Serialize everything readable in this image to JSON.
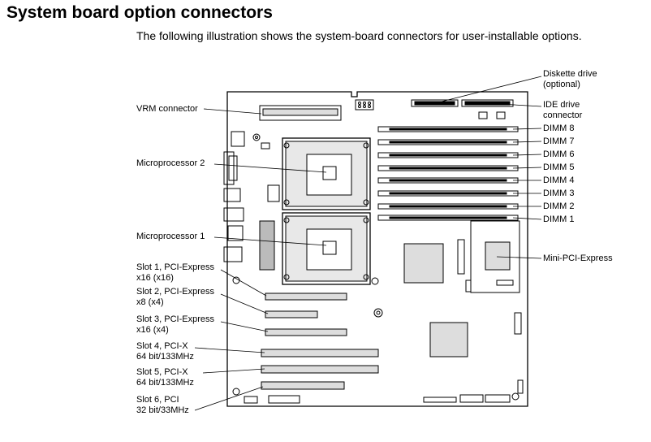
{
  "heading": "System board option connectors",
  "intro": "The following illustration shows the system-board connectors for user-installable options.",
  "labels": {
    "vrm": "VRM connector",
    "cpu2": "Microprocessor 2",
    "cpu1": "Microprocessor 1",
    "slot1_a": "Slot 1, PCI-Express",
    "slot1_b": "x16 (x16)",
    "slot2_a": "Slot 2, PCI-Express",
    "slot2_b": "x8 (x4)",
    "slot3_a": "Slot 3, PCI-Express",
    "slot3_b": "x16 (x4)",
    "slot4_a": "Slot 4, PCI-X",
    "slot4_b": "64 bit/133MHz",
    "slot5_a": "Slot 5, PCI-X",
    "slot5_b": "64 bit/133MHz",
    "slot6_a": "Slot 6, PCI",
    "slot6_b": "32 bit/33MHz",
    "diskette_a": "Diskette drive",
    "diskette_b": "(optional)",
    "ide_a": "IDE drive",
    "ide_b": "connector",
    "dimm8": "DIMM 8",
    "dimm7": "DIMM 7",
    "dimm6": "DIMM 6",
    "dimm5": "DIMM 5",
    "dimm4": "DIMM 4",
    "dimm3": "DIMM 3",
    "dimm2": "DIMM 2",
    "dimm1": "DIMM 1",
    "minipci": "Mini-PCI-Express"
  }
}
